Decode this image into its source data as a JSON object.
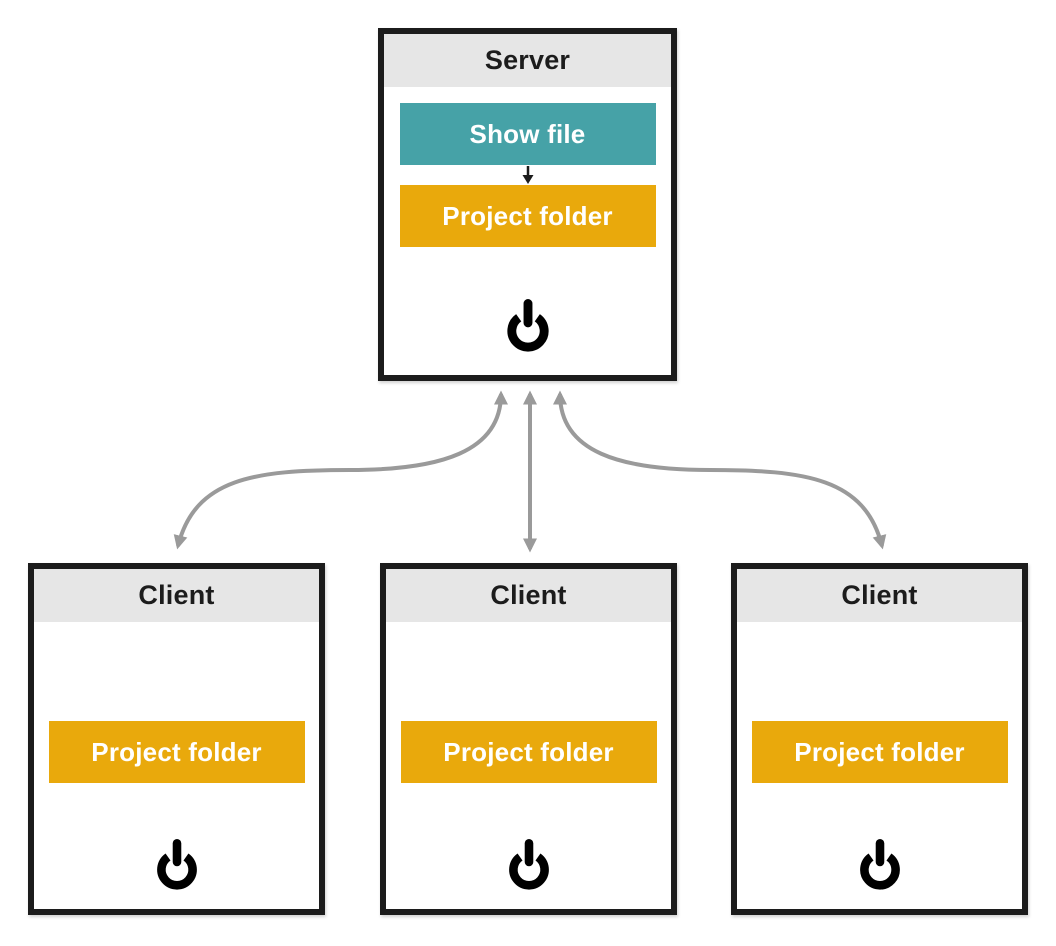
{
  "colors": {
    "teal_button": "#46a2a7",
    "orange_button": "#e9a90c",
    "header_background": "#e6e6e6",
    "box_border": "#1c1c1c",
    "arrow_gray": "#9a9a9a",
    "button_text": "#ffffff"
  },
  "server": {
    "title": "Server",
    "show_file_button": "Show file",
    "project_folder_button": "Project folder",
    "power_icon": "power-icon",
    "internal_arrow": "Show file to Project folder"
  },
  "clients": [
    {
      "title": "Client",
      "project_folder_button": "Project folder",
      "power_icon": "power-icon"
    },
    {
      "title": "Client",
      "project_folder_button": "Project folder",
      "power_icon": "power-icon"
    },
    {
      "title": "Client",
      "project_folder_button": "Project folder",
      "power_icon": "power-icon"
    }
  ],
  "connections": [
    "Server and left Client, bidirectional",
    "Server and middle Client, bidirectional",
    "Server and right Client, bidirectional"
  ]
}
